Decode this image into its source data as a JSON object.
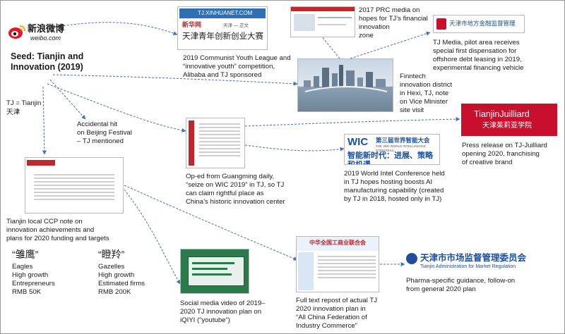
{
  "weibo": {
    "logo_cn": "新浪微博",
    "logo_domain": "weibo.com"
  },
  "seed": {
    "line1": "Seed: Tianjin and",
    "line2": "Innovation (2019)"
  },
  "legend": {
    "abbr": "TJ = Tianjin",
    "cn": "天津"
  },
  "nodes": {
    "youth": {
      "banner_domain": "TJ.XINHUANET.COM",
      "brand": "新华网",
      "location": "天津 — 正文",
      "headline": "天津青年创新创业大赛",
      "caption": [
        "2019 Communist Youth League and",
        "“innovative youth” competition,",
        "Alibaba and TJ sponsored"
      ]
    },
    "prc_media": {
      "caption": [
        "2017 PRC media on",
        "hopes for TJ’s financial",
        "innovation",
        "zone"
      ]
    },
    "tj_media": {
      "logo_text": "天津市地方金融监督管理",
      "caption": [
        "TJ Media, pilot area receives",
        "special first dispensation for",
        "offshore debt leasing in 2019,",
        "experimental financing vehicle"
      ]
    },
    "fintech": {
      "caption": [
        "Finntech",
        "innovation district",
        "in Hexi, TJ, note",
        "on Vice Minister",
        "site visit"
      ]
    },
    "festival": {
      "caption": [
        "Accidental hit",
        "on Beijing Festival",
        "– TJ mentioned"
      ]
    },
    "juilliard": {
      "name_en": "TianjinJuilliard",
      "name_cn": "天津茱莉亚学院",
      "caption": [
        "Press release on TJ-Juilliard",
        "opening 2020, franchising",
        "of creative brand"
      ]
    },
    "oped": {
      "caption": [
        "Op-ed from Guangming daily,",
        "“seize on WIC 2019” in TJ, so TJ",
        "can claim rightful place as",
        "China’s historic innovation center"
      ]
    },
    "wic": {
      "logo": "WIC",
      "title_cn": "第三届世界智能大会",
      "subtitle_en": "THE 3RD WORLD INTELLIGENCE CONGRESS",
      "slogan_cn": "智能新时代：进展、策略和机遇",
      "caption": [
        "2019 World Intel Conference held",
        "in TJ hopes hosting boosts AI",
        "manufacturing capability (created",
        "by TJ in 2018, hosted only in TJ)"
      ]
    },
    "ccp": {
      "caption": [
        "Tianjin local CCP note on",
        "innovation achievements and",
        "plans for 2020 funding and targets"
      ]
    },
    "eagles": {
      "cn": "“雏鹰”",
      "lines": [
        "Eagles",
        "High growth",
        "Entrepreneurs",
        "RMB 50K"
      ]
    },
    "gazelles": {
      "cn": "“瞪羚”",
      "lines": [
        "Gazelles",
        "High growth",
        "Estimated firms",
        "RMB 200K"
      ]
    },
    "video": {
      "caption": [
        "Social media video of 2019–",
        "2020 TJ innovation plan on",
        "iQIYI (“youtube”)"
      ]
    },
    "fulltext": {
      "header_cn": "中华全国工商业联合会",
      "caption": [
        "Full text repost of actual TJ",
        "2020 innovation plan in",
        "“All China Federation of",
        "Industry Commerce”"
      ]
    },
    "pharma": {
      "title_cn": "天津市市场监督管理委员会",
      "title_en": "Tianjin Administration for Market Regulation",
      "caption": [
        "Pharma-specific guidance, follow-on",
        "from general 2020 plan"
      ]
    }
  },
  "colors": {
    "link": "#4a6fb5",
    "weibo_red": "#e6162d",
    "juilliard_red": "#c8102e",
    "pharma_blue": "#1f4e9c",
    "wic_blue": "#1a4fa3"
  }
}
